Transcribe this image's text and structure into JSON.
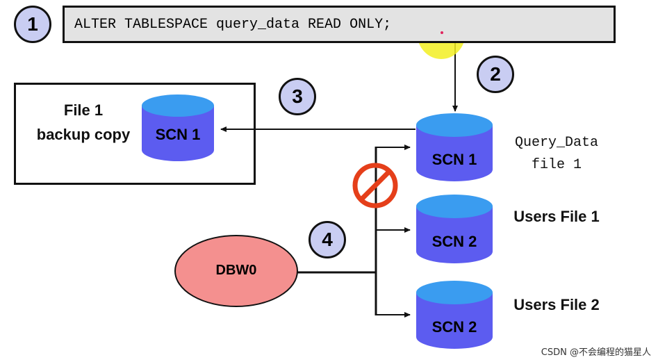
{
  "command": {
    "step": "1",
    "text": "ALTER TABLESPACE query_data READ ONLY;"
  },
  "steps": {
    "s2": "2",
    "s3": "3",
    "s4": "4"
  },
  "backup": {
    "label_line1": "File 1",
    "label_line2": "backup copy",
    "cylinder_label": "SCN 1"
  },
  "datafiles": [
    {
      "cylinder_label": "SCN 1",
      "name_line1": "Query_Data",
      "name_line2": "file 1"
    },
    {
      "cylinder_label": "SCN 2",
      "name_line1": "Users File 1"
    },
    {
      "cylinder_label": "SCN 2",
      "name_line1": "Users File 2"
    }
  ],
  "process": {
    "label": "DBW0"
  },
  "colors": {
    "cylinder_body": "#5c5cf0",
    "cylinder_top": "#3a9cf0",
    "badge_fill": "#c9cdf2",
    "command_bg": "#e3e3e3",
    "dbw_fill": "#f4908f",
    "prohibited": "#e53f1a",
    "highlight": "#f2ef22"
  },
  "icons": {
    "prohibited": "no-entry-icon",
    "highlight": "cursor-highlight"
  },
  "watermark": "CSDN @不会编程的猫星人"
}
